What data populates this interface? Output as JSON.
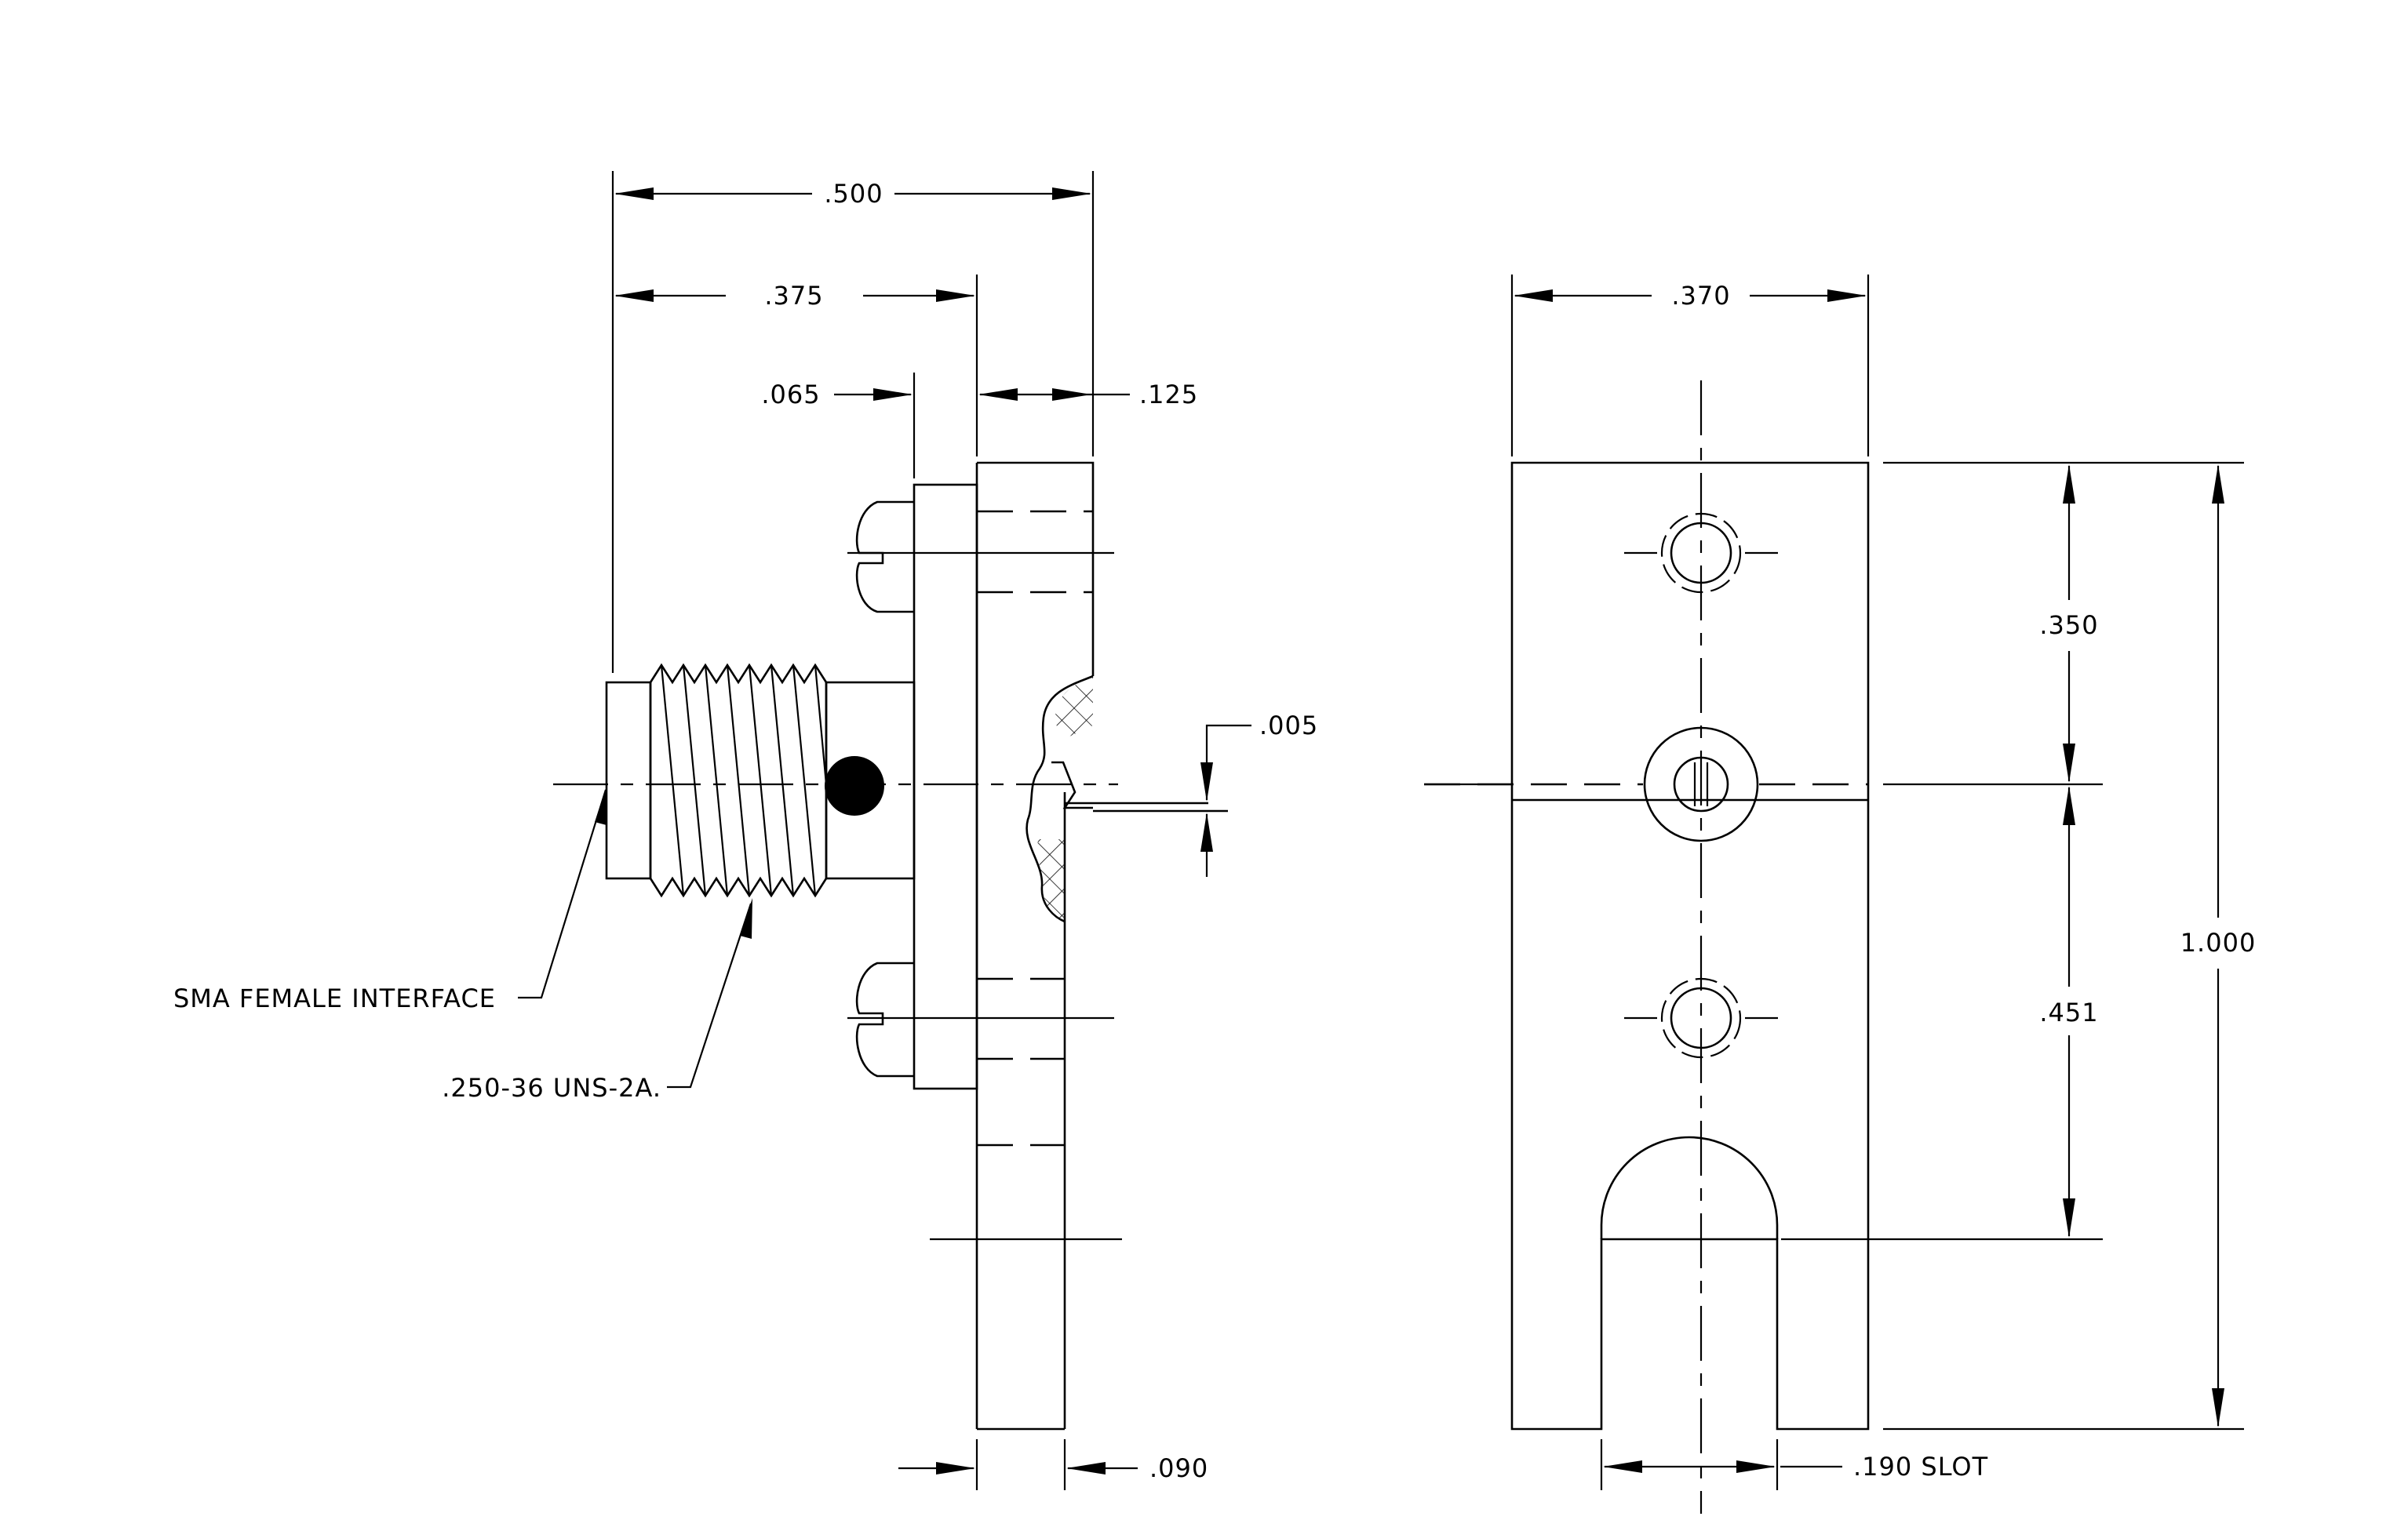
{
  "dimensions": {
    "overall_length": ".500",
    "body_length": ".375",
    "flange_thickness": ".065",
    "block_thickness": ".125",
    "gap": ".005",
    "plate_thickness": ".090",
    "width": ".370",
    "hole_spacing_upper": ".350",
    "hole_spacing_lower": ".451",
    "height": "1.000",
    "slot": ".190 SLOT"
  },
  "callouts": {
    "interface": "SMA FEMALE INTERFACE",
    "thread": ".250-36 UNS-2A."
  }
}
